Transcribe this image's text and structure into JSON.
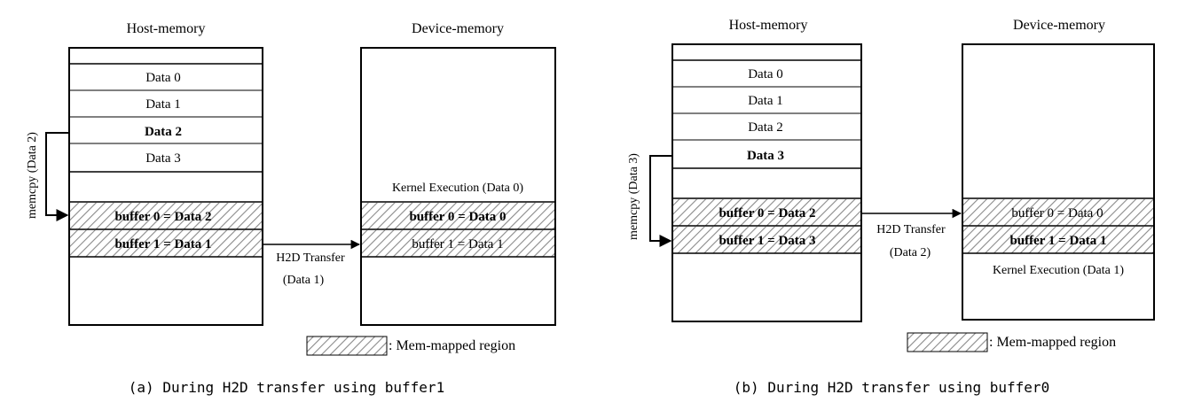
{
  "panel_a": {
    "host_title": "Host-memory",
    "device_title": "Device-memory",
    "host_rows": [
      "Data 0",
      "Data 1",
      "Data 2",
      "Data 3"
    ],
    "host_buffer0": "buffer 0 = Data 2",
    "host_buffer1": "buffer 1 = Data 1",
    "device_kernel_label": "Kernel Execution (Data 0)",
    "device_buffer0": "buffer 0 = Data 0",
    "device_buffer1": "buffer 1 = Data 1",
    "memcpy_label": "memcpy (Data 2)",
    "transfer_line1": "H2D Transfer",
    "transfer_line2": "(Data 1)",
    "legend_label": ": Mem-mapped region",
    "caption": "(a) During H2D transfer using buffer1"
  },
  "panel_b": {
    "host_title": "Host-memory",
    "device_title": "Device-memory",
    "host_rows": [
      "Data 0",
      "Data 1",
      "Data 2",
      "Data 3"
    ],
    "host_buffer0": "buffer 0 = Data 2",
    "host_buffer1": "buffer 1 = Data 3",
    "device_buffer0": "buffer 0 = Data 0",
    "device_buffer1": "buffer 1 = Data 1",
    "device_kernel_label": "Kernel Execution (Data 1)",
    "memcpy_label": "memcpy (Data 3)",
    "transfer_line1": "H2D Transfer",
    "transfer_line2": "(Data 2)",
    "legend_label": ": Mem-mapped region",
    "caption": "(b) During H2D transfer using buffer0"
  }
}
